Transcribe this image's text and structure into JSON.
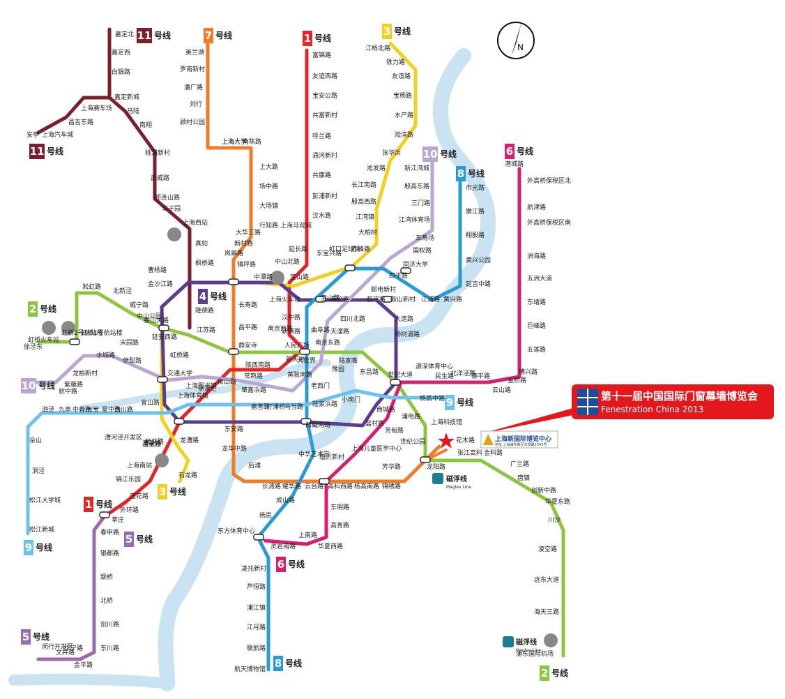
{
  "colors": {
    "river": "#c9e3f3",
    "line1": "#e1262a",
    "line2": "#8cc63f",
    "line3": "#f2d022",
    "line4": "#5b3c90",
    "line5": "#9b6bb0",
    "line6": "#d6206f",
    "line7": "#ef7c28",
    "line8": "#2a9ad5",
    "line9": "#6cc2ea",
    "line10": "#b9a7d1",
    "line11": "#7a1f2b",
    "callout": "#e4171c"
  },
  "compass_label": "N",
  "line_labels": [
    {
      "num": "11",
      "text": "号线"
    },
    {
      "num": "11",
      "text": "号线"
    },
    {
      "num": "7",
      "text": "号线"
    },
    {
      "num": "1",
      "text": "号线"
    },
    {
      "num": "3",
      "text": "号线"
    },
    {
      "num": "10",
      "text": "号线"
    },
    {
      "num": "8",
      "text": "号线"
    },
    {
      "num": "6",
      "text": "号线"
    },
    {
      "num": "2",
      "text": "号线"
    },
    {
      "num": "4",
      "text": "号线"
    },
    {
      "num": "10",
      "text": "号线"
    },
    {
      "num": "9",
      "text": "号线"
    },
    {
      "num": "1",
      "text": "号线"
    },
    {
      "num": "3",
      "text": "号线"
    },
    {
      "num": "5",
      "text": "号线"
    },
    {
      "num": "9",
      "text": "号线"
    },
    {
      "num": "6",
      "text": "号线"
    },
    {
      "num": "5",
      "text": "号线"
    },
    {
      "num": "8",
      "text": "号线"
    },
    {
      "num": "2",
      "text": "号线"
    }
  ],
  "stations": [
    "嘉定北",
    "嘉定西",
    "白银路",
    "嘉定新城",
    "马陆",
    "南翔",
    "桃浦新村",
    "武威路",
    "祁连山路",
    "李子园",
    "上海西站",
    "真如",
    "枫桥路",
    "曹杨路",
    "隆德路",
    "江苏路",
    "上海赛车场",
    "昌吉东路",
    "上海汽车城",
    "安亭",
    "美兰湖",
    "罗南新村",
    "潘广路",
    "刘行",
    "顾村公园",
    "上海大学",
    "南陈路",
    "上大路",
    "场中路",
    "大场镇",
    "行知路",
    "大华三路",
    "新村路",
    "岚皋路",
    "镇坪路",
    "长寿路",
    "昌平路",
    "静安寺",
    "常熟路",
    "肇嘉浜路",
    "东安路",
    "龙华中路",
    "后滩",
    "长清路",
    "耀华路",
    "云台路",
    "高科西路",
    "杨高南路",
    "锦绣路",
    "芳华路",
    "龙阳路",
    "花木路",
    "富锦路",
    "友谊西路",
    "宝安公路",
    "共富新村",
    "呼兰路",
    "通河新村",
    "共康路",
    "彭浦新村",
    "汶水路",
    "上海马戏城",
    "延长路",
    "中山北路",
    "上海火车站",
    "汉中路",
    "新闸路",
    "人民广场",
    "黄陂南路",
    "陕西南路",
    "衡山路",
    "徐家汇",
    "上海体育馆",
    "漕宝路",
    "上海南站",
    "锦江乐园",
    "莲花路",
    "外环路",
    "莘庄",
    "江杨北路",
    "铁力路",
    "友谊路",
    "宝杨路",
    "水产路",
    "淞滨路",
    "张华浜",
    "淞发路",
    "长江南路",
    "殷高西路",
    "江湾镇",
    "大柏树",
    "赤峰路",
    "虹口足球场",
    "东宝兴路",
    "宝山路",
    "中潭路",
    "金沙江路",
    "中山公园",
    "延安西路",
    "虹桥路",
    "宜山路",
    "漕溪路",
    "龙漕路",
    "石龙路",
    "新江湾城",
    "殷高东路",
    "三门路",
    "江湾体育场",
    "五角场",
    "国权路",
    "同济大学",
    "四平路",
    "邮电新村",
    "海伦路",
    "四川北路",
    "天潼路",
    "南京东路",
    "豫园",
    "老西门",
    "新天地",
    "交通大学",
    "上海图书馆",
    "宋园路",
    "伊犁路",
    "水城路",
    "龙柏新村",
    "紫藤路",
    "航中路",
    "虹桥1号航站楼",
    "虹桥2号航站楼",
    "虹桥火车站",
    "市光路",
    "嫩江路",
    "翔殷路",
    "黄兴公园",
    "延吉中路",
    "黄兴路",
    "江浦路",
    "鞍山新村",
    "曲阜路",
    "大世界",
    "西藏南路",
    "中华艺术宫",
    "成山路",
    "杨思",
    "东方体育中心",
    "凌兆新村",
    "芦恒路",
    "浦江镇",
    "江月路",
    "联航路",
    "航天博物馆",
    "港城路",
    "外高桥保税区北",
    "航津路",
    "外高桥保税区南",
    "洲海路",
    "五洲大道",
    "东靖路",
    "巨峰路",
    "五莲路",
    "博兴路",
    "金桥路",
    "云山路",
    "德平路",
    "北洋泾路",
    "民生路",
    "源深体育中心",
    "世纪大道",
    "浦电路",
    "蓝村路",
    "上海儿童医学中心",
    "临沂新村",
    "东明路",
    "高青路",
    "华夏西路",
    "上南路",
    "灵岩南路",
    "淞虹路",
    "北新泾",
    "威宁路",
    "娄山关路",
    "南京西路",
    "陆家嘴",
    "东昌路",
    "上海科技馆",
    "世纪公园",
    "张江高科",
    "金科路",
    "广兰路",
    "唐镇",
    "创新中路",
    "华夏东路",
    "川沙",
    "凌空路",
    "远东大道",
    "海天三路",
    "浦东国际机场",
    "徐泾东",
    "大连路",
    "杨树浦路",
    "临平路",
    "宝山路",
    "上海大学",
    "松江新城",
    "松江大学城",
    "洞泾",
    "佘山",
    "泗泾",
    "九亭",
    "中春路",
    "七宝",
    "星中路",
    "合川路",
    "漕河泾开发区",
    "桂林路",
    "嘉善路",
    "打浦桥",
    "马当路",
    "陆家浜路",
    "小南门",
    "商城路",
    "杨高中路",
    "芳甸路",
    "春申路",
    "银都路",
    "颛桥",
    "北桥",
    "剑川路",
    "东川路",
    "金平路",
    "华宁路",
    "文井路",
    "闵行开发区"
  ],
  "callout": {
    "title_cn": "第十一届中国国际门窗幕墙博览会",
    "title_en": "Fenestration China 2013",
    "venue_cn": "上海新国际博览中心",
    "venue_sub": "地址:上海浦东新区龙阳路2345号"
  },
  "maglev": [
    {
      "cn": "磁浮线",
      "en": "Maglev Line"
    },
    {
      "cn": "磁浮线",
      "en": "Maglev Line"
    }
  ]
}
